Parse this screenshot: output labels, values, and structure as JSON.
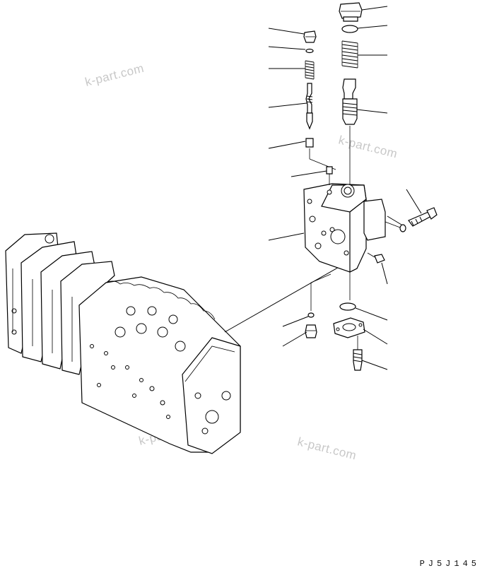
{
  "watermark": {
    "text": "k-part.com"
  },
  "drawing_code": "PJ5J145",
  "icons": {
    "main_valve": "control-valve-assembly",
    "section": "valve-section-block",
    "plug": "plug",
    "o_ring": "o-ring",
    "spring": "spring",
    "spool": "poppet-spool",
    "bolt": "bolt",
    "flange": "flange"
  }
}
